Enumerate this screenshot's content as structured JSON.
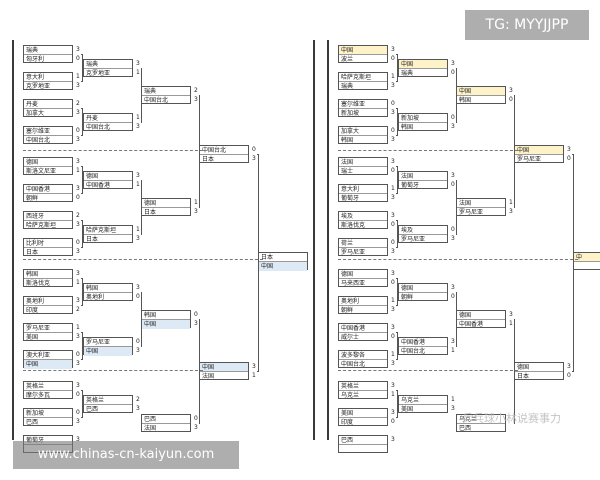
{
  "watermarks": {
    "top_right": "TG: MYYJJPP",
    "bottom_left": "www.chinas-cn-kaiyun.com",
    "overlay": "乒乓球小林说赛事力"
  },
  "left_bracket": {
    "rounds": [
      [
        {
          "t": [
            "瑞典",
            "匈牙利"
          ],
          "s": [
            "3",
            "0"
          ]
        },
        {
          "t": [
            "意大利",
            "克罗地亚"
          ],
          "s": [
            "1",
            "3"
          ]
        },
        {
          "t": [
            "丹麦",
            "加拿大"
          ],
          "s": [
            "2",
            "3"
          ]
        },
        {
          "t": [
            "塞尔维亚",
            "中国台北"
          ],
          "s": [
            "0",
            "3"
          ]
        },
        {
          "t": [
            "德国",
            "斯洛文尼亚"
          ],
          "s": [
            "3",
            "1"
          ]
        },
        {
          "t": [
            "中国香港",
            "朝鲜"
          ],
          "s": [
            "3",
            "0"
          ]
        },
        {
          "t": [
            "西班牙",
            "哈萨克斯坦"
          ],
          "s": [
            "2",
            "3"
          ]
        },
        {
          "t": [
            "比利时",
            "日本"
          ],
          "s": [
            "0",
            "3"
          ]
        },
        {
          "t": [
            "韩国",
            "斯洛伐克"
          ],
          "s": [
            "3",
            "1"
          ]
        },
        {
          "t": [
            "奥地利",
            "印度"
          ],
          "s": [
            "3",
            "2"
          ]
        },
        {
          "t": [
            "罗马尼亚",
            "美国"
          ],
          "s": [
            "1",
            "3"
          ]
        },
        {
          "t": [
            "澳大利亚",
            "中国"
          ],
          "s": [
            "0",
            "3"
          ],
          "hl": [
            null,
            "b"
          ]
        },
        {
          "t": [
            "英格兰",
            "摩尔多瓦"
          ],
          "s": [
            "3",
            "0"
          ]
        },
        {
          "t": [
            "新加坡",
            "巴西"
          ],
          "s": [
            "0",
            "3"
          ]
        },
        {
          "t": [
            "葡萄牙",
            ""
          ],
          "s": [
            "3",
            ""
          ]
        }
      ],
      [
        {
          "t": [
            "瑞典",
            "克罗地亚"
          ],
          "s": [
            "3",
            "1"
          ]
        },
        {
          "t": [
            "丹麦",
            "中国台北"
          ],
          "s": [
            "1",
            "3"
          ]
        },
        {
          "t": [
            "德国",
            "中国香港"
          ],
          "s": [
            "3",
            "1"
          ]
        },
        {
          "t": [
            "哈萨克斯坦",
            "日本"
          ],
          "s": [
            "1",
            "3"
          ]
        },
        {
          "t": [
            "韩国",
            "奥地利"
          ],
          "s": [
            "3",
            "0"
          ]
        },
        {
          "t": [
            "罗马尼亚",
            "中国"
          ],
          "s": [
            "0",
            "3"
          ],
          "hl": [
            null,
            "b"
          ]
        },
        {
          "t": [
            "英格兰",
            "巴西"
          ],
          "s": [
            "2",
            "3"
          ]
        }
      ],
      [
        {
          "t": [
            "瑞典",
            "中国台北"
          ],
          "s": [
            "2",
            "3"
          ]
        },
        {
          "t": [
            "德国",
            "日本"
          ],
          "s": [
            "1",
            "3"
          ]
        },
        {
          "t": [
            "韩国",
            "中国"
          ],
          "s": [
            "0",
            "3"
          ],
          "hl": [
            null,
            "b"
          ]
        },
        {
          "t": [
            "巴西",
            "法国"
          ],
          "s": [
            "0",
            "3"
          ]
        }
      ],
      [
        {
          "t": [
            "中国台北",
            "日本"
          ],
          "s": [
            "0",
            "3"
          ]
        },
        {
          "t": [
            "中国",
            "法国"
          ],
          "s": [
            "3",
            "1"
          ],
          "hl": [
            "b",
            null
          ]
        }
      ],
      [
        {
          "t": [
            "日本",
            "中国"
          ],
          "s": [
            "",
            ""
          ],
          "hl": [
            null,
            "b"
          ]
        }
      ]
    ]
  },
  "right_bracket": {
    "rounds": [
      [
        {
          "t": [
            "中国",
            "波兰"
          ],
          "s": [
            "3",
            "0"
          ],
          "hl": [
            "y",
            null
          ]
        },
        {
          "t": [
            "哈萨克斯坦",
            "瑞典"
          ],
          "s": [
            "1",
            "3"
          ]
        },
        {
          "t": [
            "塞尔维亚",
            "新加坡"
          ],
          "s": [
            "0",
            "3"
          ]
        },
        {
          "t": [
            "加拿大",
            "韩国"
          ],
          "s": [
            "0",
            "3"
          ]
        },
        {
          "t": [
            "法国",
            "瑞士"
          ],
          "s": [
            "3",
            "0"
          ]
        },
        {
          "t": [
            "意大利",
            "葡萄牙"
          ],
          "s": [
            "1",
            "3"
          ]
        },
        {
          "t": [
            "埃及",
            "斯洛伐克"
          ],
          "s": [
            "3",
            "0"
          ]
        },
        {
          "t": [
            "荷兰",
            "罗马尼亚"
          ],
          "s": [
            "0",
            "3"
          ]
        },
        {
          "t": [
            "德国",
            "马来西亚"
          ],
          "s": [
            "3",
            "0"
          ]
        },
        {
          "t": [
            "奥地利",
            "朝鲜"
          ],
          "s": [
            "1",
            "3"
          ]
        },
        {
          "t": [
            "中国香港",
            "威尔士"
          ],
          "s": [
            "3",
            "0"
          ]
        },
        {
          "t": [
            "波多黎各",
            "中国台北"
          ],
          "s": [
            "1",
            "3"
          ]
        },
        {
          "t": [
            "英格兰",
            "乌克兰"
          ],
          "s": [
            "3",
            "1"
          ]
        },
        {
          "t": [
            "美国",
            "印度"
          ],
          "s": [
            "3",
            "0"
          ]
        },
        {
          "t": [
            "巴西",
            ""
          ],
          "s": [
            "3",
            ""
          ]
        }
      ],
      [
        {
          "t": [
            "中国",
            "瑞典"
          ],
          "s": [
            "3",
            "0"
          ],
          "hl": [
            "y",
            null
          ]
        },
        {
          "t": [
            "新加坡",
            "韩国"
          ],
          "s": [
            "0",
            "3"
          ]
        },
        {
          "t": [
            "法国",
            "葡萄牙"
          ],
          "s": [
            "3",
            "0"
          ]
        },
        {
          "t": [
            "埃及",
            "罗马尼亚"
          ],
          "s": [
            "0",
            "3"
          ]
        },
        {
          "t": [
            "德国",
            "朝鲜"
          ],
          "s": [
            "3",
            "0"
          ]
        },
        {
          "t": [
            "中国香港",
            "中国台北"
          ],
          "s": [
            "3",
            "1"
          ]
        },
        {
          "t": [
            "乌克兰",
            "美国"
          ],
          "s": [
            "1",
            "3"
          ]
        }
      ],
      [
        {
          "t": [
            "中国",
            "韩国"
          ],
          "s": [
            "3",
            "0"
          ],
          "hl": [
            "y",
            null
          ]
        },
        {
          "t": [
            "法国",
            "罗马尼亚"
          ],
          "s": [
            "1",
            "3"
          ]
        },
        {
          "t": [
            "德国",
            "中国香港"
          ],
          "s": [
            "3",
            "1"
          ]
        },
        {
          "t": [
            "乌克兰",
            "巴西"
          ],
          "s": [
            "",
            ""
          ]
        }
      ],
      [
        {
          "t": [
            "中国",
            "罗马尼亚"
          ],
          "s": [
            "3",
            "0"
          ],
          "hl": [
            "y",
            null
          ]
        },
        {
          "t": [
            "德国",
            "日本"
          ],
          "s": [
            "3",
            "0"
          ]
        }
      ],
      [
        {
          "t": [
            "中",
            ""
          ],
          "s": [
            "",
            ""
          ],
          "hl": [
            "y",
            null
          ]
        }
      ]
    ]
  }
}
